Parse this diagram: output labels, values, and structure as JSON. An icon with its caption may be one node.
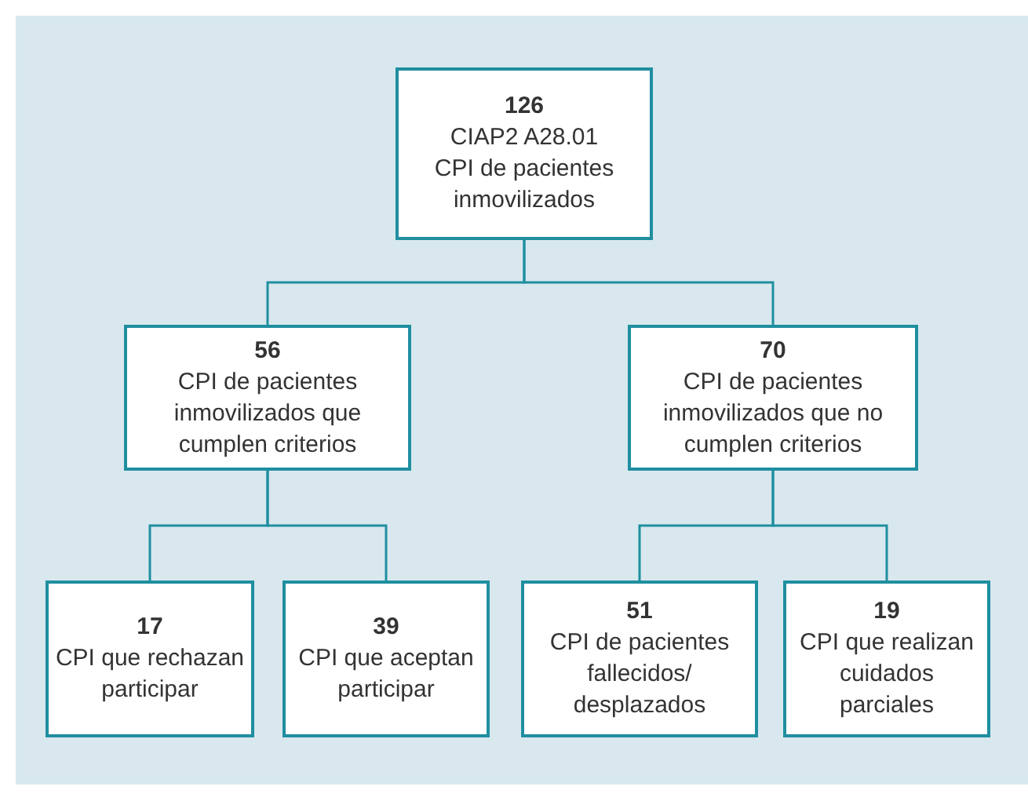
{
  "diagram": {
    "nodes": [
      {
        "text": [
          "126",
          "CIAP2 A28.01",
          "CPI de pacientes inmovilizados"
        ]
      },
      {
        "text": [
          "56",
          "CPI de pacientes inmovilizados que cumplen criterios"
        ]
      },
      {
        "text": [
          "70",
          "CPI de pacientes inmovilizados que no cumplen criterios"
        ]
      },
      {
        "text": [
          "17",
          "CPI que rechazan participar"
        ]
      },
      {
        "text": [
          "39",
          "CPI que aceptan participar"
        ]
      },
      {
        "text": [
          "51",
          "CPI de pacientes fallecidos/ desplazados"
        ]
      },
      {
        "text": [
          "19",
          "CPI que realizan cuidados parciales"
        ]
      }
    ],
    "edges": [
      {
        "from": 0,
        "to": 1,
        "arrow": "none"
      },
      {
        "from": 0,
        "to": 2,
        "arrow": "none"
      },
      {
        "from": 1,
        "to": 3,
        "arrow": "none"
      },
      {
        "from": 1,
        "to": 4,
        "arrow": "none"
      },
      {
        "from": 2,
        "to": 5,
        "arrow": "none"
      },
      {
        "from": 2,
        "to": 6,
        "arrow": "none"
      }
    ]
  }
}
